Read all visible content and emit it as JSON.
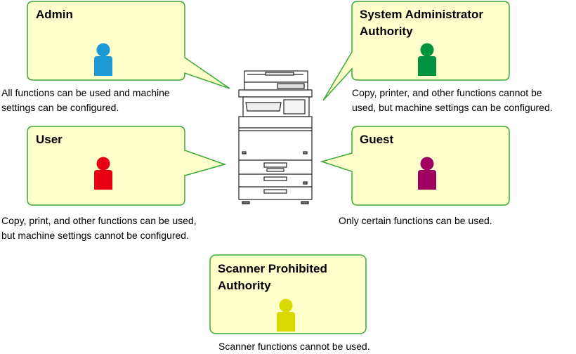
{
  "roles": {
    "admin": {
      "title": "Admin",
      "description_lines": [
        "All functions can be used and machine",
        "settings can be configured."
      ],
      "icon": "person-icon",
      "color": "#1C9AD6"
    },
    "system_admin": {
      "title_lines": [
        "System Administrator",
        "Authority"
      ],
      "description_lines": [
        "Copy, printer, and other functions cannot be",
        "used, but machine settings can be configured."
      ],
      "icon": "person-icon",
      "color": "#00923F"
    },
    "user": {
      "title": "User",
      "description_lines": [
        "Copy, print, and other functions can be used,",
        "but machine settings cannot be configured."
      ],
      "icon": "person-icon",
      "color": "#E60012"
    },
    "guest": {
      "title": "Guest",
      "description_lines": [
        "Only certain functions can be used."
      ],
      "icon": "person-icon",
      "color": "#A0005F"
    },
    "scanner_prohibited": {
      "title_lines": [
        "Scanner Prohibited",
        "Authority"
      ],
      "description_lines": [
        "Scanner functions cannot be used."
      ],
      "icon": "person-icon",
      "color": "#D7D900"
    }
  },
  "colors": {
    "bubble_fill": "#FFFFCC",
    "bubble_stroke": "#3AAA35"
  },
  "machine_icon": "multifunction-printer-icon"
}
